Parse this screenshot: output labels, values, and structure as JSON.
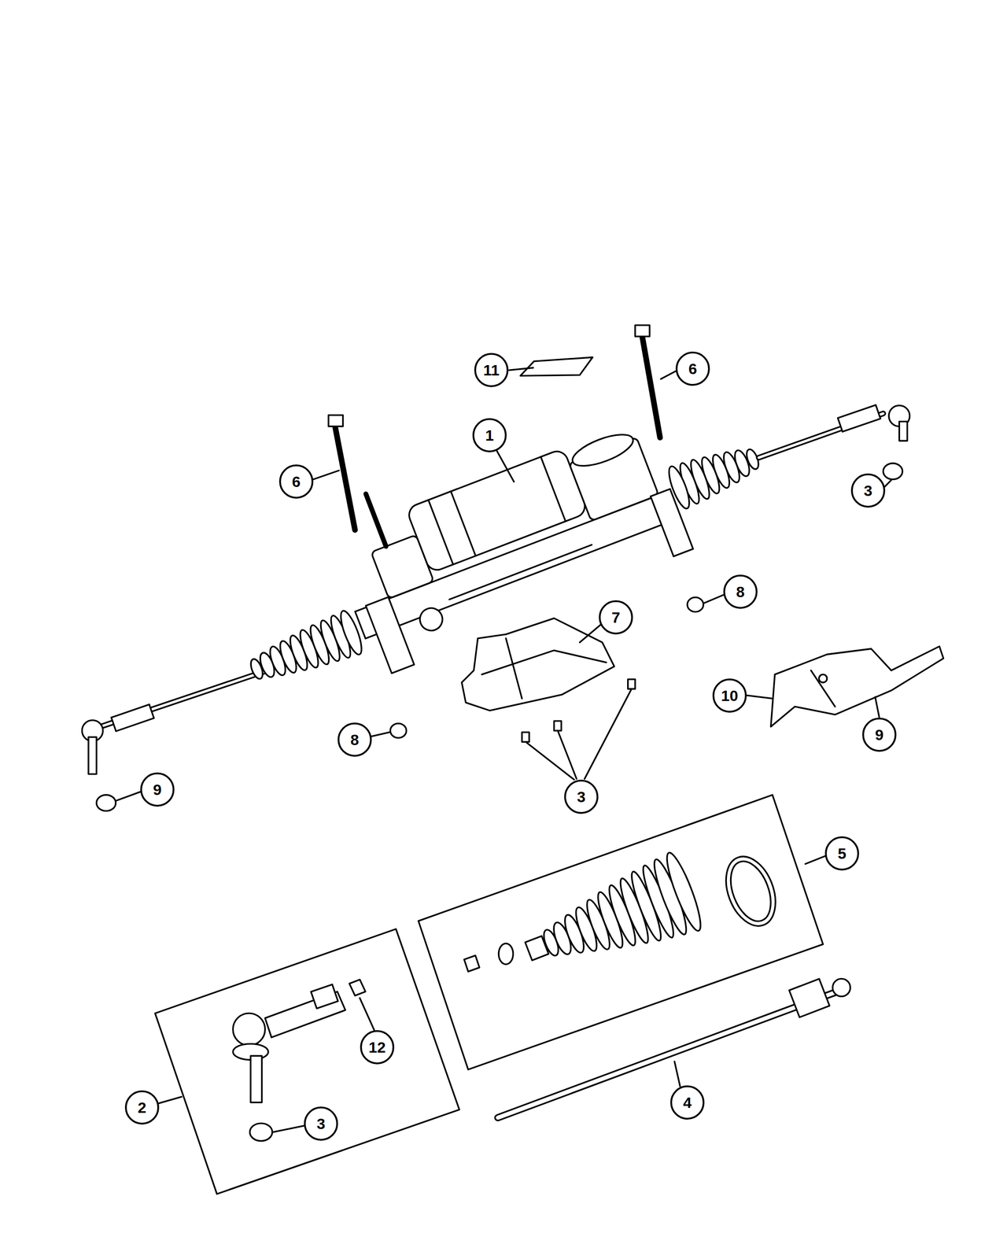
{
  "diagram": {
    "labels": [
      "11",
      "6",
      "1",
      "6",
      "3",
      "8",
      "7",
      "10",
      "9",
      "8",
      "3",
      "9",
      "5",
      "12",
      "2",
      "3",
      "4"
    ]
  }
}
